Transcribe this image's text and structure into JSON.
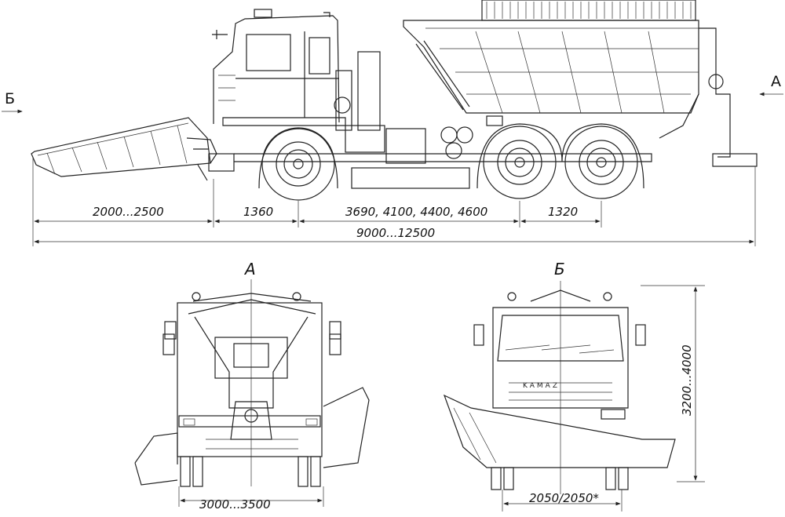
{
  "side_view": {
    "view_marker_left": "Б",
    "view_marker_right": "A",
    "dims": {
      "plow_reach": "2000...2500",
      "front_overhang": "1360",
      "wheelbase": "3690, 4100, 4400, 4600",
      "rear_bogie": "1320",
      "overall_length": "9000...12500"
    }
  },
  "rear_view": {
    "title": "A",
    "width_dim": "3000...3500"
  },
  "front_view": {
    "title": "Б",
    "track_dim": "2050/2050*",
    "height_dim": "3200...4000",
    "brand": "KAMAZ"
  }
}
